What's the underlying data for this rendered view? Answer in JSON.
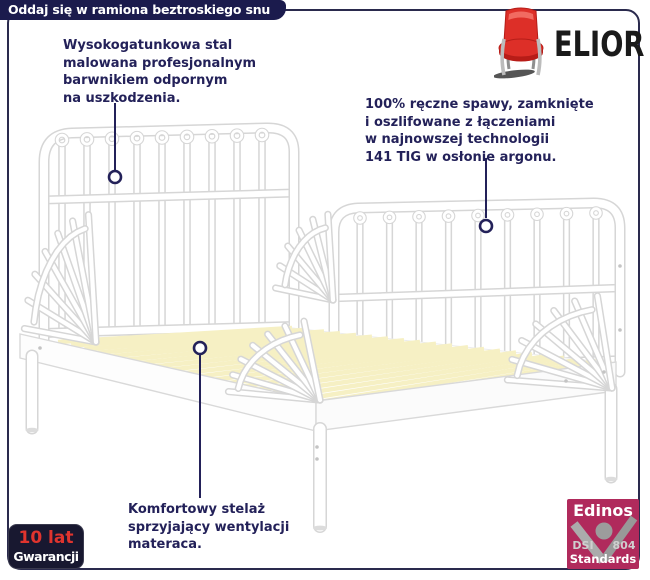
{
  "banner": {
    "text": "Oddaj się w ramiona beztroskiego snu"
  },
  "brand": {
    "name": "ELIOR",
    "chair_icon": "red-chair-icon"
  },
  "callouts": {
    "steel": {
      "text": "Wysokogatunkowa stal\nmalowana profesjonalnym\nbarwnikiem odpornym\nna uszkodzenia."
    },
    "welds": {
      "text": "100% ręczne spawy, zamknięte\ni oszlifowane z łączeniami\nw najnowszej technologii\n141 TIG w osłonie argonu."
    },
    "slats": {
      "text": "Komfortowy stelaż\nsprzyjający wentylacji\nmateraca."
    }
  },
  "warranty_badge": {
    "duration": "10 lat",
    "label": "Gwarancji"
  },
  "standards_badge": {
    "brand": "Edinos",
    "code_left": "DSI",
    "code_right": "804",
    "label": "Standards"
  },
  "subject": {
    "description": "white metal toddler bed with slatted base and fan guards"
  },
  "colors": {
    "navy": "#232159",
    "banner-navy": "#1b1b4d",
    "badge-navy": "#181830",
    "frame-border": "#2a2a4d",
    "accent-red": "#e0342e",
    "chair-red": "#dd2f28",
    "chair-red-dark": "#b51d18",
    "edinos-magenta": "#b02a5c",
    "edinos-gray": "#9c9c9c",
    "elior-black": "#1a1a1a",
    "slat-cream": "#f6f0c4",
    "tube-outline": "#d6d6d6"
  }
}
